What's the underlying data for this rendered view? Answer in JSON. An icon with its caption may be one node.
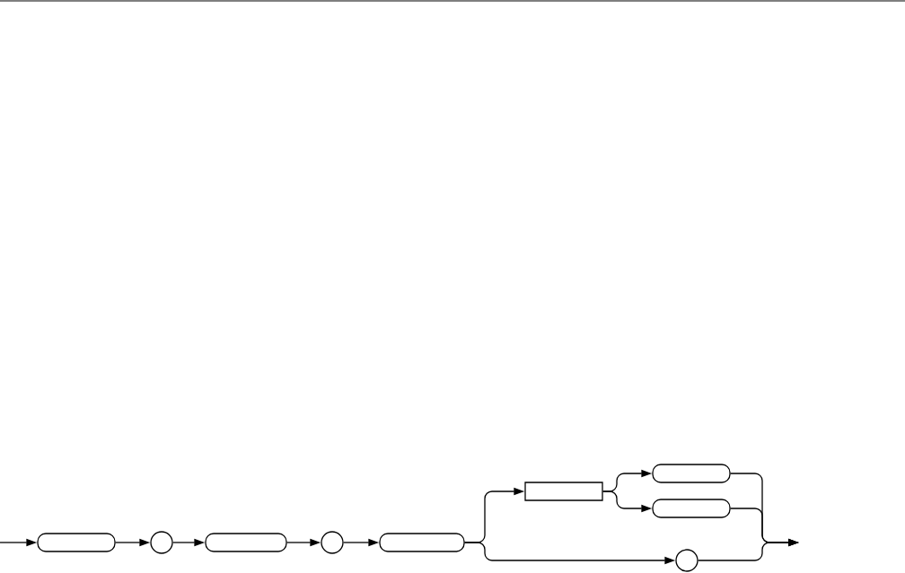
{
  "diagram": {
    "nodes": [
      {
        "text": [],
        "shape": "capsule"
      },
      {
        "text": [],
        "shape": "circle"
      },
      {
        "text": [],
        "shape": "capsule"
      },
      {
        "text": [],
        "shape": "circle"
      },
      {
        "text": [],
        "shape": "capsule"
      },
      {
        "text": [],
        "shape": "box"
      },
      {
        "text": [],
        "shape": "capsule"
      },
      {
        "text": [],
        "shape": "capsule"
      },
      {
        "text": [],
        "shape": "circle"
      }
    ],
    "edges": [
      {
        "from": null,
        "to": 0,
        "arrow": "to"
      },
      {
        "from": 0,
        "to": 1,
        "arrow": "to"
      },
      {
        "from": 1,
        "to": 2,
        "arrow": "to"
      },
      {
        "from": 2,
        "to": 3,
        "arrow": "to"
      },
      {
        "from": 3,
        "to": 4,
        "arrow": "to"
      },
      {
        "from": 4,
        "to": 5,
        "arrow": "to"
      },
      {
        "from": 4,
        "to": 8,
        "arrow": "to"
      },
      {
        "from": 5,
        "to": 6,
        "arrow": "to"
      },
      {
        "from": 5,
        "to": 7,
        "arrow": "to"
      },
      {
        "from": 6,
        "to": null,
        "arrow": "to"
      },
      {
        "from": 7,
        "to": null,
        "arrow": "to"
      },
      {
        "from": 8,
        "to": null,
        "arrow": "to"
      }
    ]
  }
}
